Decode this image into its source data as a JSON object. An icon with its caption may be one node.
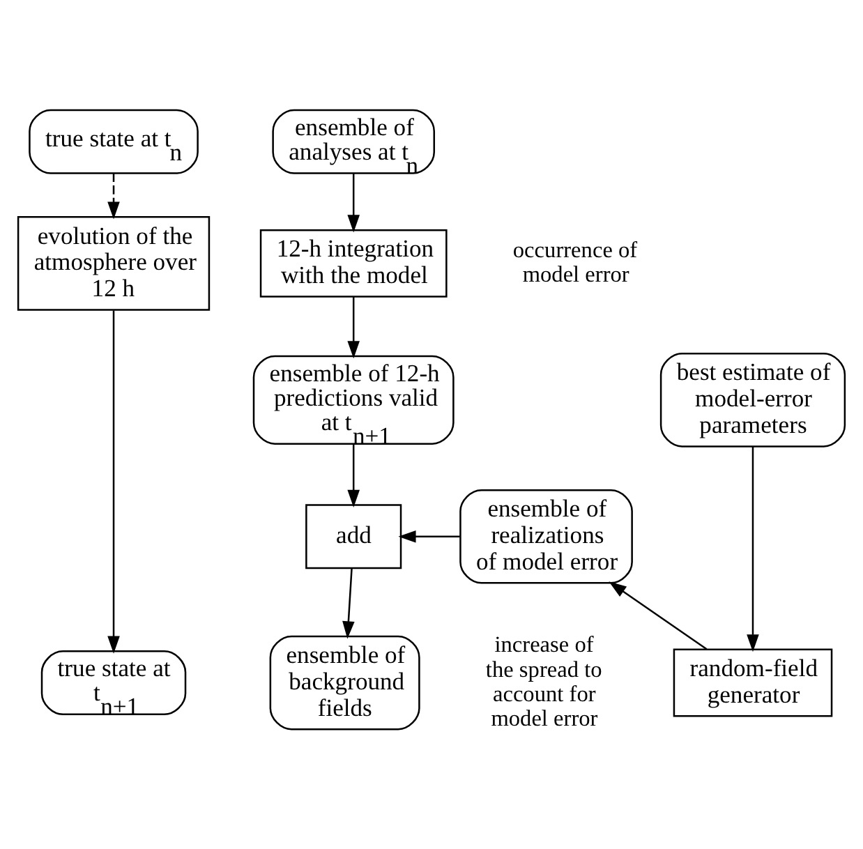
{
  "diagram": {
    "nodes": [
      {
        "text": [
          "true state at t$_{n}$"
        ]
      },
      {
        "text": [
          "ensemble of analyses at t$_{n}$"
        ]
      },
      {
        "text": [
          "evolution of the atmosphere over 12 h"
        ]
      },
      {
        "text": [
          "12-h integration with the model"
        ]
      },
      {
        "text": [
          "ensemble of 12-h predictions valid at t$_{n+1}$"
        ]
      },
      {
        "text": [
          "best estimate of model-error parameters"
        ]
      },
      {
        "text": [
          "random-field generator"
        ]
      },
      {
        "text": [
          "add"
        ]
      },
      {
        "text": [
          "ensemble of realizations of model error"
        ]
      },
      {
        "text": [
          "true state at t$_{n+1}$"
        ]
      },
      {
        "text": [
          "ensemble of background fields"
        ]
      }
    ],
    "edges": [
      {
        "from": 0,
        "to": 2,
        "arrow": "to",
        "style": "dashed"
      },
      {
        "from": 2,
        "to": 9,
        "arrow": "to"
      },
      {
        "from": 1,
        "to": 3,
        "arrow": "to"
      },
      {
        "from": 3,
        "to": 4,
        "arrow": "to"
      },
      {
        "from": 4,
        "to": 7,
        "arrow": "to"
      },
      {
        "from": 5,
        "to": 6,
        "arrow": "to"
      },
      {
        "from": 6,
        "to": 8,
        "arrow": "to"
      },
      {
        "from": 8,
        "to": 7,
        "arrow": "to"
      },
      {
        "from": 7,
        "to": 10,
        "arrow": "to"
      }
    ],
    "labels": [
      "occurrence of model error",
      "increase of the spread to account for model error"
    ]
  }
}
